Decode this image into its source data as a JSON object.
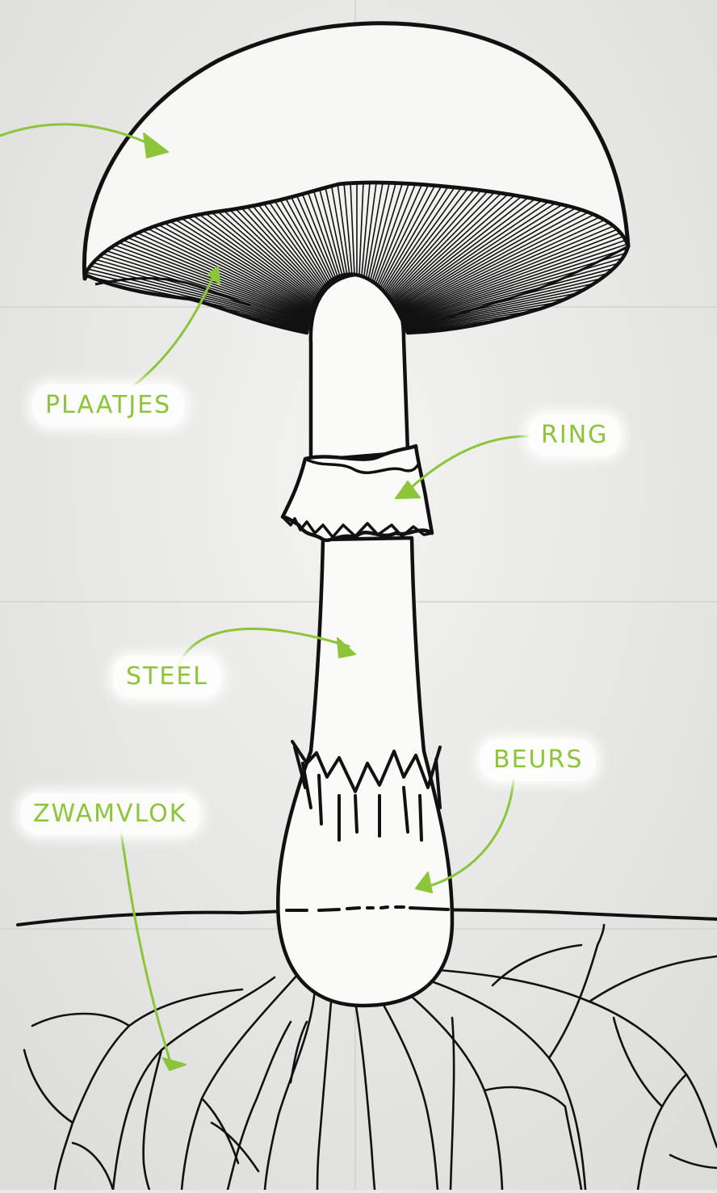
{
  "diagram": {
    "labels": {
      "plaatjes": "PLAATJES",
      "ring": "RING",
      "steel": "STEEL",
      "beurs": "BEURS",
      "zwamvlok": "ZWAMVLOK"
    }
  },
  "colors": {
    "accent": "#8cc43a",
    "ink": "#111111",
    "paper": "#e9e9e7",
    "label_background": "#ffffff"
  }
}
